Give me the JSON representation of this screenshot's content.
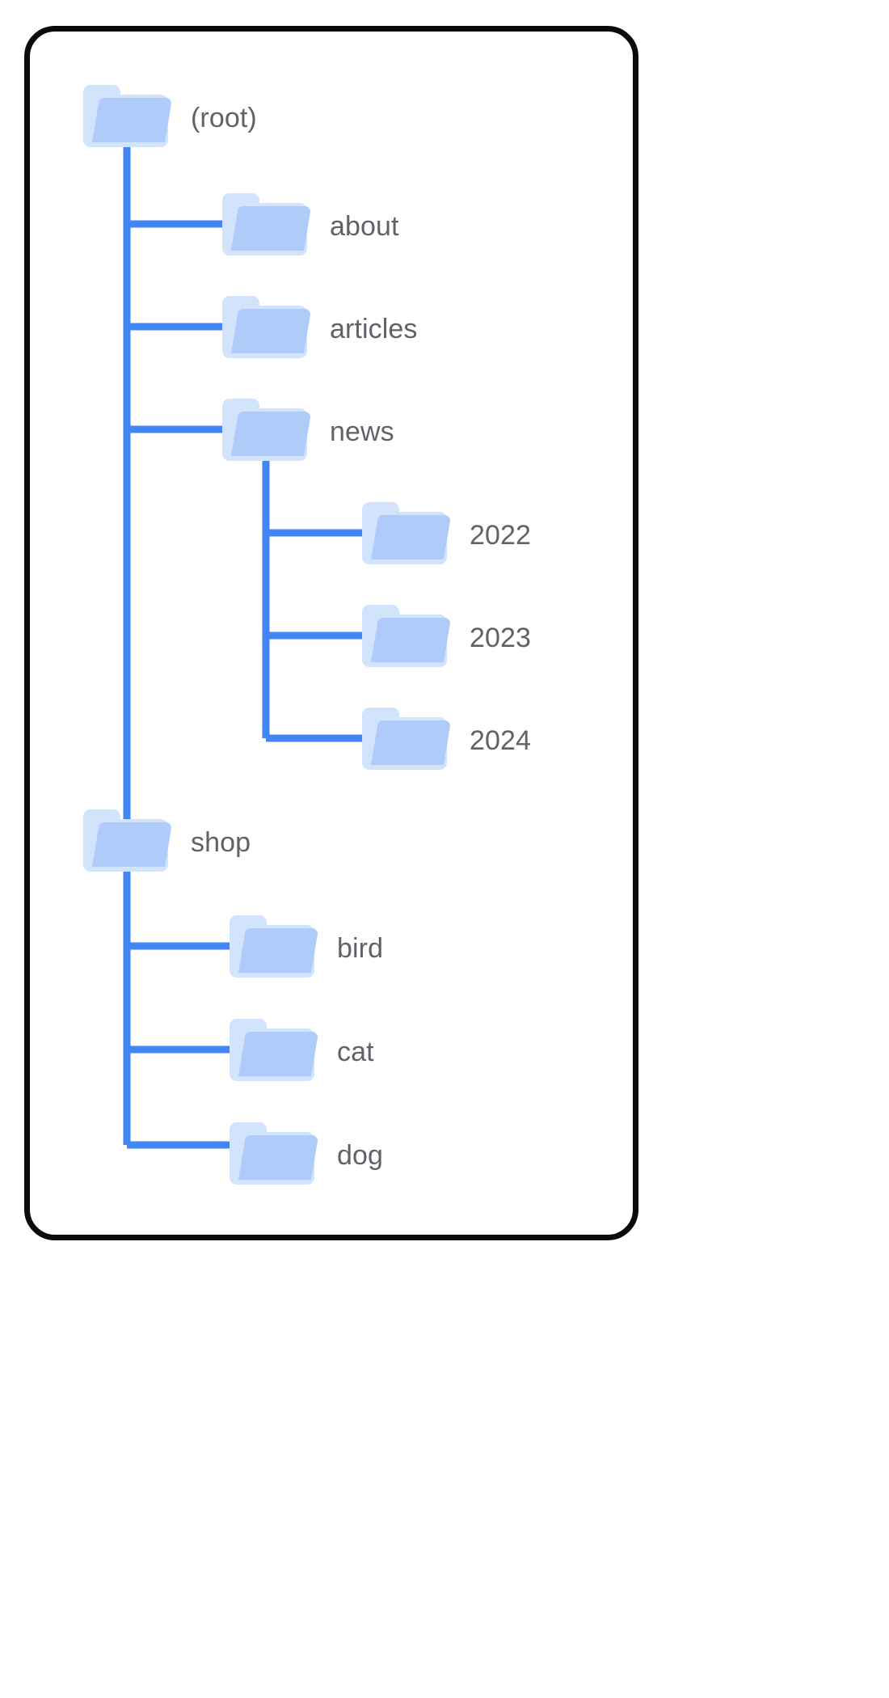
{
  "diagram": {
    "type": "folder-tree",
    "title": "",
    "colors": {
      "connector": "#4285F4",
      "folder_front": "#AECBFA",
      "folder_back": "#D2E3FC",
      "label_text": "#5F6368",
      "card_border": "#0B0B0B",
      "background": "#FFFFFF"
    },
    "root": {
      "label": "(root)",
      "icon": "folder-icon",
      "children": [
        {
          "label": "about",
          "icon": "folder-icon",
          "children": []
        },
        {
          "label": "articles",
          "icon": "folder-icon",
          "children": []
        },
        {
          "label": "news",
          "icon": "folder-icon",
          "children": [
            {
              "label": "2022",
              "icon": "folder-icon",
              "children": []
            },
            {
              "label": "2023",
              "icon": "folder-icon",
              "children": []
            },
            {
              "label": "2024",
              "icon": "folder-icon",
              "children": []
            }
          ]
        },
        {
          "label": "shop",
          "icon": "folder-icon",
          "children": [
            {
              "label": "bird",
              "icon": "folder-icon",
              "children": []
            },
            {
              "label": "cat",
              "icon": "folder-icon",
              "children": []
            },
            {
              "label": "dog",
              "icon": "folder-icon",
              "children": []
            }
          ]
        }
      ]
    },
    "nodes": {
      "root": {
        "label": "(root)"
      },
      "about": {
        "label": "about"
      },
      "articles": {
        "label": "articles"
      },
      "news": {
        "label": "news"
      },
      "y2022": {
        "label": "2022"
      },
      "y2023": {
        "label": "2023"
      },
      "y2024": {
        "label": "2024"
      },
      "shop": {
        "label": "shop"
      },
      "bird": {
        "label": "bird"
      },
      "cat": {
        "label": "cat"
      },
      "dog": {
        "label": "dog"
      }
    }
  }
}
